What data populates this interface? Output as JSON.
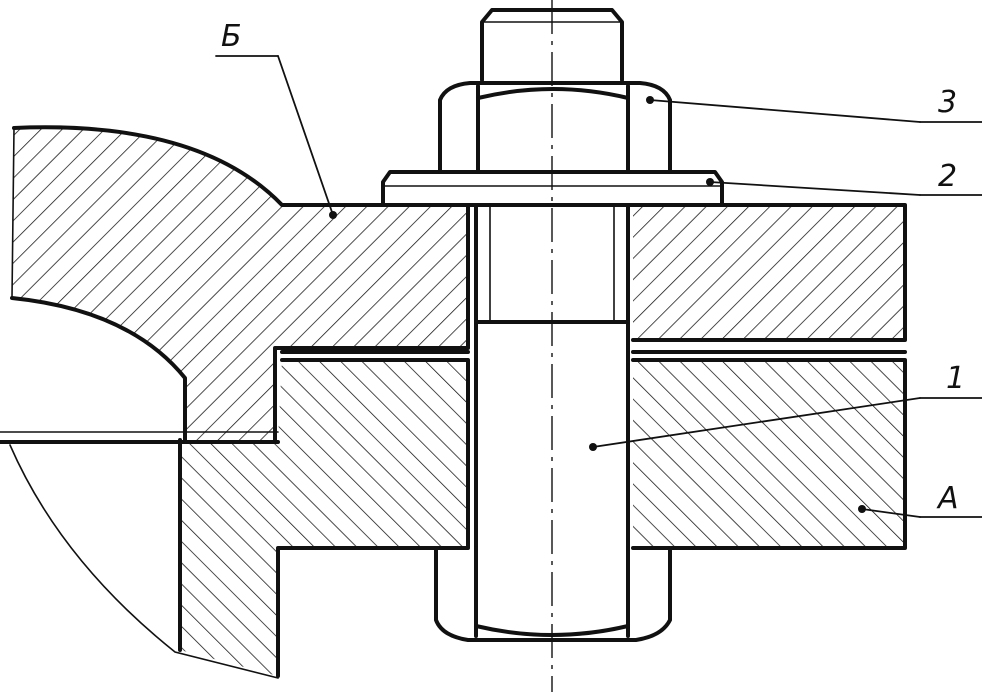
{
  "drawing": {
    "callouts": [
      {
        "id": "callout-b",
        "label": "Б"
      },
      {
        "id": "callout-3",
        "label": "3"
      },
      {
        "id": "callout-2",
        "label": "2"
      },
      {
        "id": "callout-1",
        "label": "1"
      },
      {
        "id": "callout-a",
        "label": "А"
      }
    ]
  }
}
